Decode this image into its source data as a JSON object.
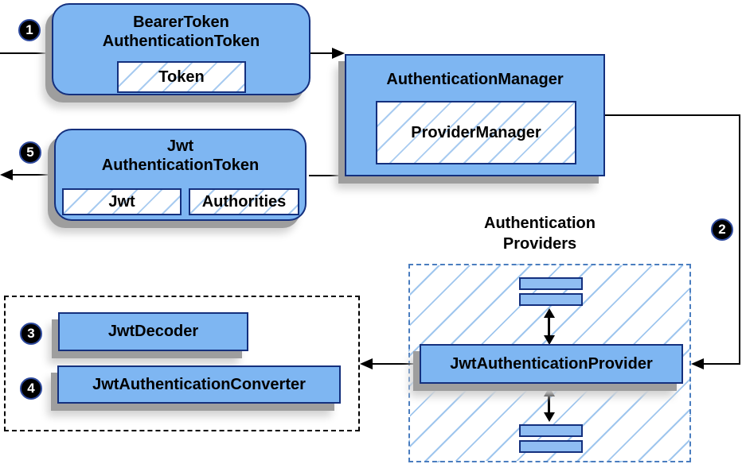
{
  "labels": {
    "bearer_line1": "BearerToken",
    "bearer_line2": "AuthenticationToken",
    "token_chip": "Token",
    "auth_manager_title": "AuthenticationManager",
    "provider_manager": "ProviderManager",
    "jwt_line1": "Jwt",
    "jwt_line2": "AuthenticationToken",
    "jwt_chip": "Jwt",
    "authorities_chip": "Authorities",
    "providers_title_line1": "Authentication",
    "providers_title_line2": "Providers",
    "jwt_auth_provider": "JwtAuthenticationProvider",
    "jwt_decoder": "JwtDecoder",
    "jwt_auth_converter": "JwtAuthenticationConverter"
  },
  "badges": {
    "step1": "1",
    "step2": "2",
    "step3": "3",
    "step4": "4",
    "step5": "5"
  },
  "colors": {
    "node_fill": "#7eb6f2",
    "node_border": "#14307e",
    "bar_fill": "#8fbdf2",
    "hatch_line": "#9fc6ee",
    "dashed_blue_border": "#4a7dbf",
    "dashed_black_border": "#000000",
    "shadow": "#9e9e9e",
    "arrow": "#000000",
    "badge_fill": "#000000",
    "badge_text": "#ffffff"
  }
}
